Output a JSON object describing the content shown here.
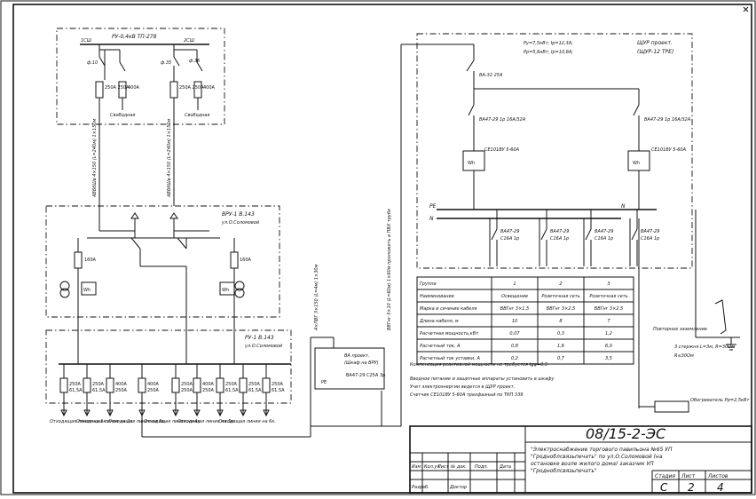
{
  "title_block": {
    "code": "08/15-2-ЭС",
    "description": [
      "\"Электроснабжение торгового павильона №65 УП",
      "\"Гродноблсвязьпечать\" по ул.О.Соломовой (на",
      "остановке возле жилого дома) заказчик УП",
      "\"Гродноблсвязьпечать\""
    ],
    "header_cells": [
      "Изм",
      "Кол.уч",
      "Лист",
      "№ док.",
      "Подп.",
      "Дата"
    ],
    "row_label": "Разраб.",
    "row_value": "Доктор",
    "stage_headers": [
      "Стадия",
      "Лист",
      "Листов"
    ],
    "stage_values": [
      "С",
      "2",
      "4"
    ]
  },
  "rp_top": {
    "title": "РУ-0,4кВ ТП-278",
    "sections": [
      "1СШ",
      "2СШ"
    ],
    "cells": [
      "ф.10",
      "ф.35",
      "ф.36"
    ],
    "fuse1": "250А\n250А",
    "fuse2": "400А",
    "reserve": "Свободная",
    "cable1": "АВБбШв 4×150 (L=240м) 1×150м",
    "cable2": "АВБбШв 4×150 (L=240м) 1×150м"
  },
  "vru": {
    "title": "ВРУ-1 В.143",
    "subtitle": "ул.О.Соломовой",
    "fuse": "160А",
    "meter": "Wh"
  },
  "rp_bottom": {
    "title": "РУ-1 В.143",
    "subtitle": "ул.О.Соломовой",
    "fuses": [
      "250А\n61,5А",
      "250А\n61,5А",
      "400А\n250А",
      "400А\n250А",
      "250А\n250А",
      "400А\n250А",
      "250А\n61,5А",
      "250А\n61,5А",
      "250А\n61,5А"
    ],
    "outputs": [
      "Отходящая линия на 1к.",
      "Отходящая линия на 2к.",
      "Отходящая линия на 3к.",
      "Отходящая линия на 4к.",
      "Отходящая линия на 5к.",
      "Отходящая линия на 6к."
    ]
  },
  "vv_box": {
    "title": "ВА проект.",
    "sub": "(Шкаф на ВРУ)",
    "device": "ВА47-29\nС25А 3р",
    "pe": "PE"
  },
  "shch": {
    "title": "ЩУР проект.",
    "sub": "(ЩУР-12 ТРЕ)",
    "params": [
      "Ру=7,5кВт; Iр=12,3А;",
      "Рр=5,6кВт; Iр=10,8А;"
    ],
    "main_breaker": "ВА-32\n25А",
    "breakers": [
      "ВА47-29 1р\n16А/32А",
      "ВА47-29 1р\n16А/32А"
    ],
    "meters": [
      "СЕ101ВУ\n5-60А",
      "СЕ101ВУ\n5-60А"
    ],
    "bus_labels": [
      "PE",
      "N",
      "N"
    ],
    "groups": [
      "ВА47-29\nС16А 1р",
      "ВА47-29\nС16А 1р",
      "ВА47-29\nС16А 1р",
      "ВА47-29\nС16А 1р"
    ]
  },
  "table": {
    "headers": [
      "Группа",
      "1",
      "2",
      "3"
    ],
    "rows": [
      [
        "Наименование",
        "Освещение",
        "Розеточная сеть",
        "Розеточная сеть"
      ],
      [
        "Марка и сечение кабеля",
        "ВВГнг 3×1,5",
        "ВВГнг 3×2,5",
        "ВВГнг 3×2,5"
      ],
      [
        "Длина кабеля, м",
        "10",
        "8",
        "7"
      ],
      [
        "Расчетная мощность,кВт",
        "0,07",
        "0,3",
        "1,2"
      ],
      [
        "Расчетный ток, А",
        "0,8",
        "1,6",
        "6,0"
      ],
      [
        "Расчетный ток уставки, А",
        "0,2",
        "0,7",
        "3,5"
      ]
    ]
  },
  "notes": [
    "Компенсация реактивной мощности не требуется tgφ=0,5",
    "Вводное питание и защитные аппараты установить в шкафу",
    "Учет электроэнергии ведется в ЩУР проект.",
    "Счетчик СЕ101ВУ 5-60А трехфазный по ТКП 339"
  ],
  "annotations": {
    "cable_vertical": "4×ПВГ 3×150 (L=4м) 1×30м",
    "cable_vertical2": "ВВГнг 5×10 (L=60м) 1×60м проложить в ПВХ трубе",
    "ground": "Повторное заземление",
    "ground_value": "R≤30Ом",
    "ground_note": "3 стержня L=3м, R=30Ом",
    "consumer": "Обогреватель\nРр=2,5кВт"
  }
}
